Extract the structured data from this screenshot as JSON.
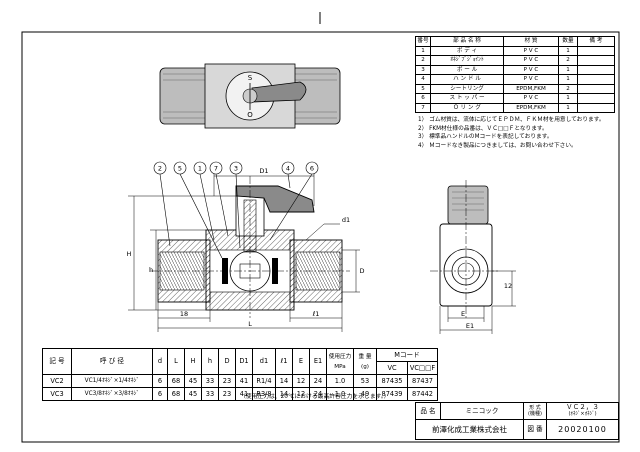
{
  "parts_table": {
    "headers": [
      "番号",
      "部 品 名 称",
      "材 質",
      "数量",
      "備 考"
    ],
    "rows": [
      [
        "1",
        "ボ デ ィ",
        "P V C",
        "1",
        ""
      ],
      [
        "2",
        "ｵﾈｼﾞﾌﾞｼﾞｮｲﾝﾄ",
        "P V C",
        "2",
        ""
      ],
      [
        "3",
        "ボ ー ル",
        "P V C",
        "1",
        ""
      ],
      [
        "4",
        "ハ ン ド ル",
        "P V C",
        "1",
        ""
      ],
      [
        "5",
        "シートリング",
        "EPDM,FKM",
        "2",
        ""
      ],
      [
        "6",
        "ス ト ッ パ ー",
        "P V C",
        "1",
        ""
      ],
      [
        "7",
        "Ｏ リ ン グ",
        "EPDM,FKM",
        "1",
        ""
      ]
    ]
  },
  "notes": [
    "1） ゴム材質は、流体に応じてＥＰＤＭ、ＦＫＭ材を用意しております。",
    "2） FKM材仕様の品番は、ＶＣ□□Ｆとなります。",
    "3） 標準品ハンドルのMコードを表記しております。",
    "4） Ｍコードなき製品につきましては、お問い合わせ下さい。"
  ],
  "drawing_labels": {
    "balloons": [
      "2",
      "5",
      "1",
      "7",
      "3",
      "4",
      "6"
    ],
    "dims": {
      "D1": "D1",
      "d1": "d1",
      "H": "H",
      "h": "h",
      "D": "D",
      "L": "L",
      "l18": "18",
      "l1": "ℓ1",
      "E": "E",
      "E1": "E1",
      "v12": "12"
    },
    "handle_marks": {
      "open": "S",
      "close": "O"
    }
  },
  "spec_table": {
    "headers": {
      "code": "記 号",
      "call": "呼 び 径",
      "d": "d",
      "L": "L",
      "H": "H",
      "h": "h",
      "D": "D",
      "D1": "D1",
      "d1": "d1",
      "l1": "ℓ1",
      "E": "E",
      "E1": "E1",
      "pressure": "使用圧力",
      "pressure_unit": "MPa",
      "weight": "重 量",
      "weight_unit": "(g)",
      "mcode": "Mコード",
      "mcode_vc": "VC",
      "mcode_vcf": "VC□□F"
    },
    "rows": [
      [
        "VC2",
        "VC1/4ｵﾈｼﾞ×1/4ｵﾈｼﾞ",
        "6",
        "68",
        "45",
        "33",
        "23",
        "41",
        "R1/4",
        "14",
        "12",
        "24",
        "1.0",
        "53",
        "87435",
        "87437"
      ],
      [
        "VC3",
        "VC3/8ｵﾈｼﾞ×3/8ｵﾈｼﾞ",
        "6",
        "68",
        "45",
        "33",
        "23",
        "41",
        "R3/8",
        "14",
        "12",
        "24",
        "1.0",
        "49",
        "87439",
        "87442"
      ]
    ],
    "footnote": "（使用圧力は、20℃における最高許容圧力を示します。）"
  },
  "title_block": {
    "name_label": "品 名",
    "name": "ミニコック",
    "model_label": "形 式\n(機種)",
    "model": "ＶＣ２，３",
    "model_sub": "(ｵﾈｼﾞ×ｵﾈｼﾞ)",
    "company": "前澤化成工業株式会社",
    "drawing_no_label": "図 番",
    "drawing_no": "20020100"
  }
}
